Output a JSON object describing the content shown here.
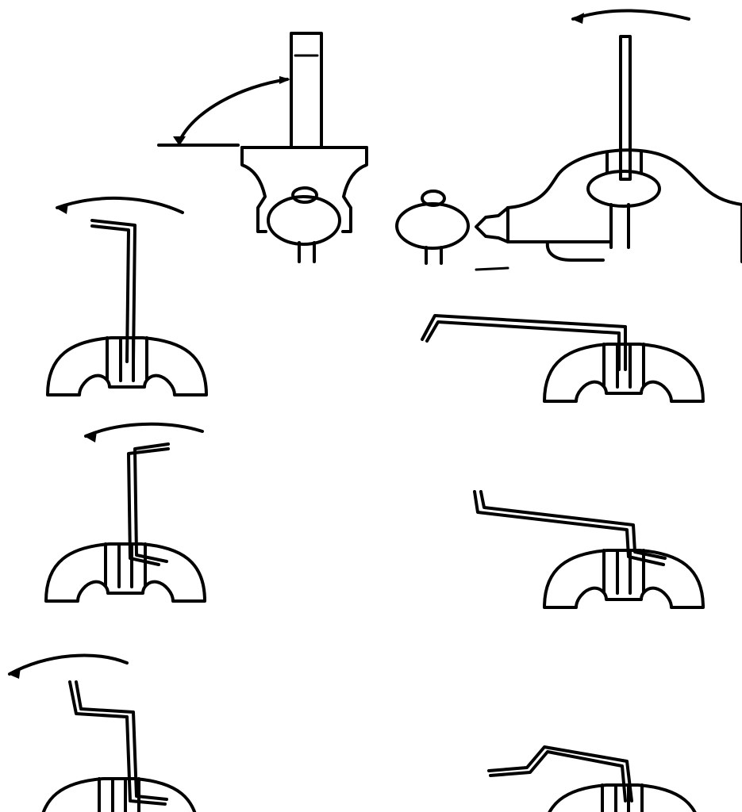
{
  "figure": {
    "background": "#ffffff",
    "ink": "#000000",
    "panel_count": 8,
    "panels": [
      {
        "id": "vise-front-view"
      },
      {
        "id": "vise-side-view"
      },
      {
        "id": "step-1-front"
      },
      {
        "id": "step-1-side"
      },
      {
        "id": "step-2-front"
      },
      {
        "id": "step-2-side"
      },
      {
        "id": "step-3-front"
      },
      {
        "id": "step-3-side"
      }
    ]
  }
}
